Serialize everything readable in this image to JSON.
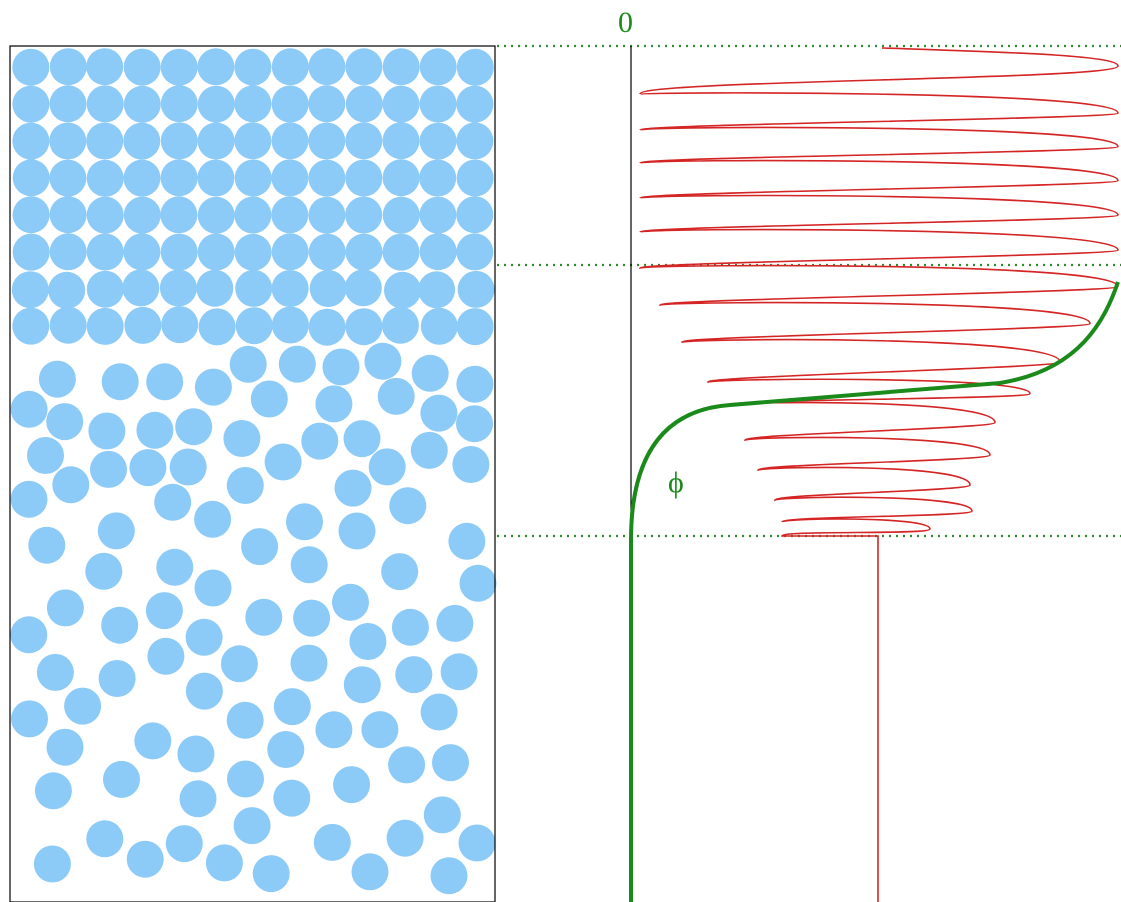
{
  "labels": {
    "axis_zero": "0",
    "order_parameter": "ϕ"
  },
  "colors": {
    "particle": "#8ccaf8",
    "envelope_curve": "#1a8a1a",
    "oscillation_curve": "#d42424",
    "guide_line": "#2e8b2e",
    "axis": "#000000",
    "text": "#1a8a1a"
  },
  "regions": [
    {
      "name": "crystal",
      "lattice": "square"
    },
    {
      "name": "interface"
    },
    {
      "name": "liquid",
      "lattice": "random"
    }
  ]
}
